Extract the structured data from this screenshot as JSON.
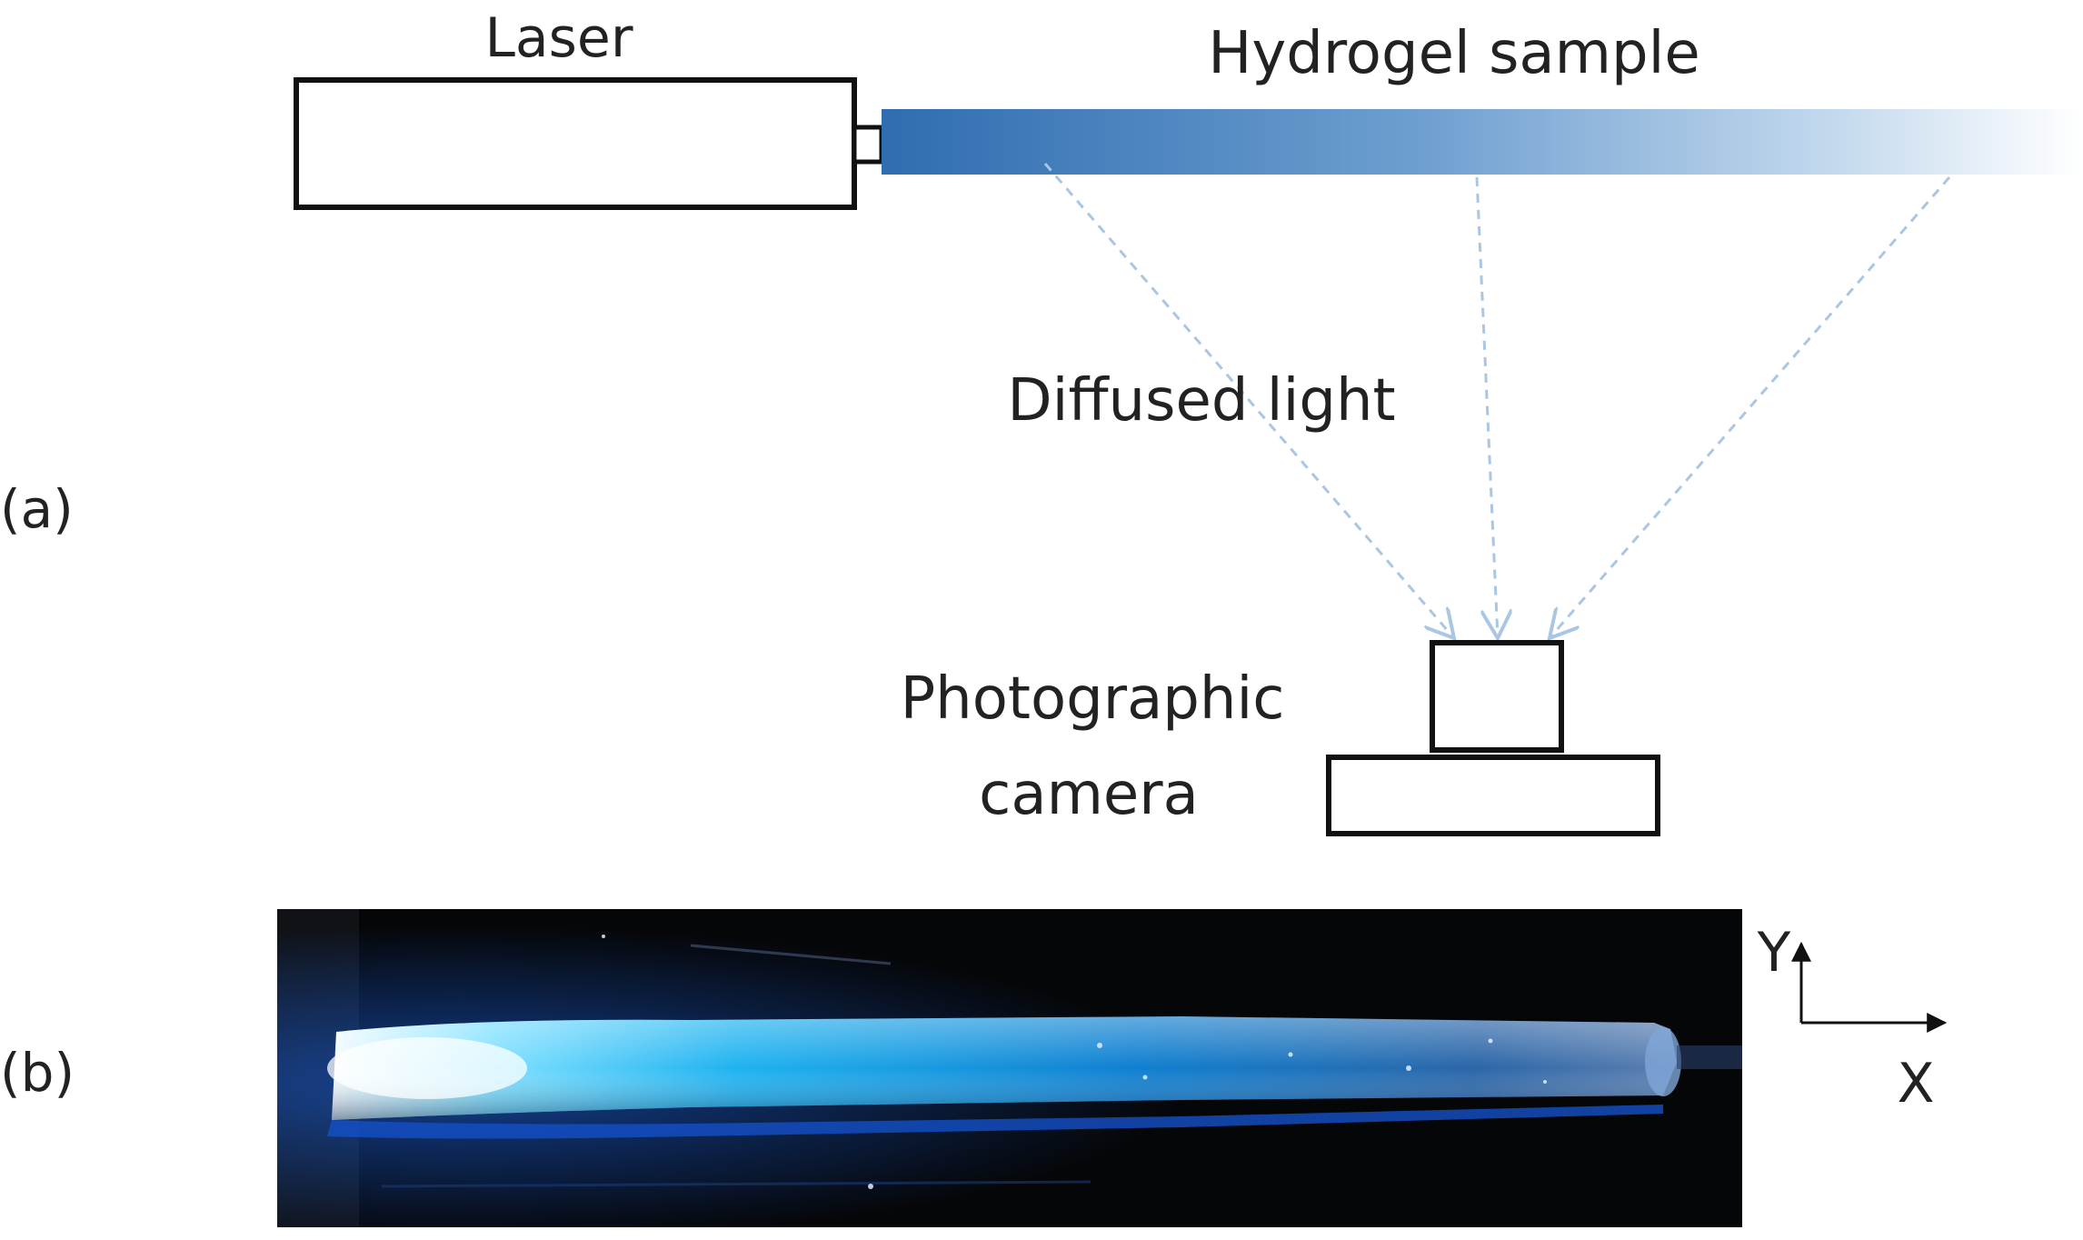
{
  "panel_a": {
    "label": "(a)",
    "laser_label": "Laser",
    "sample_label": "Hydrogel sample",
    "diffused_label": "Diffused light",
    "camera_label_line1": "Photographic",
    "camera_label_line2": "camera"
  },
  "panel_b": {
    "label": "(b)",
    "axis_y": "Y",
    "axis_x": "X"
  },
  "colors": {
    "beam_start": "#2f6db0",
    "beam_end": "#ffffff",
    "diffused_arrows": "#a9c6e3",
    "outline": "#111111",
    "photo_bg": "#050608",
    "glow": "#1ea0ff"
  }
}
